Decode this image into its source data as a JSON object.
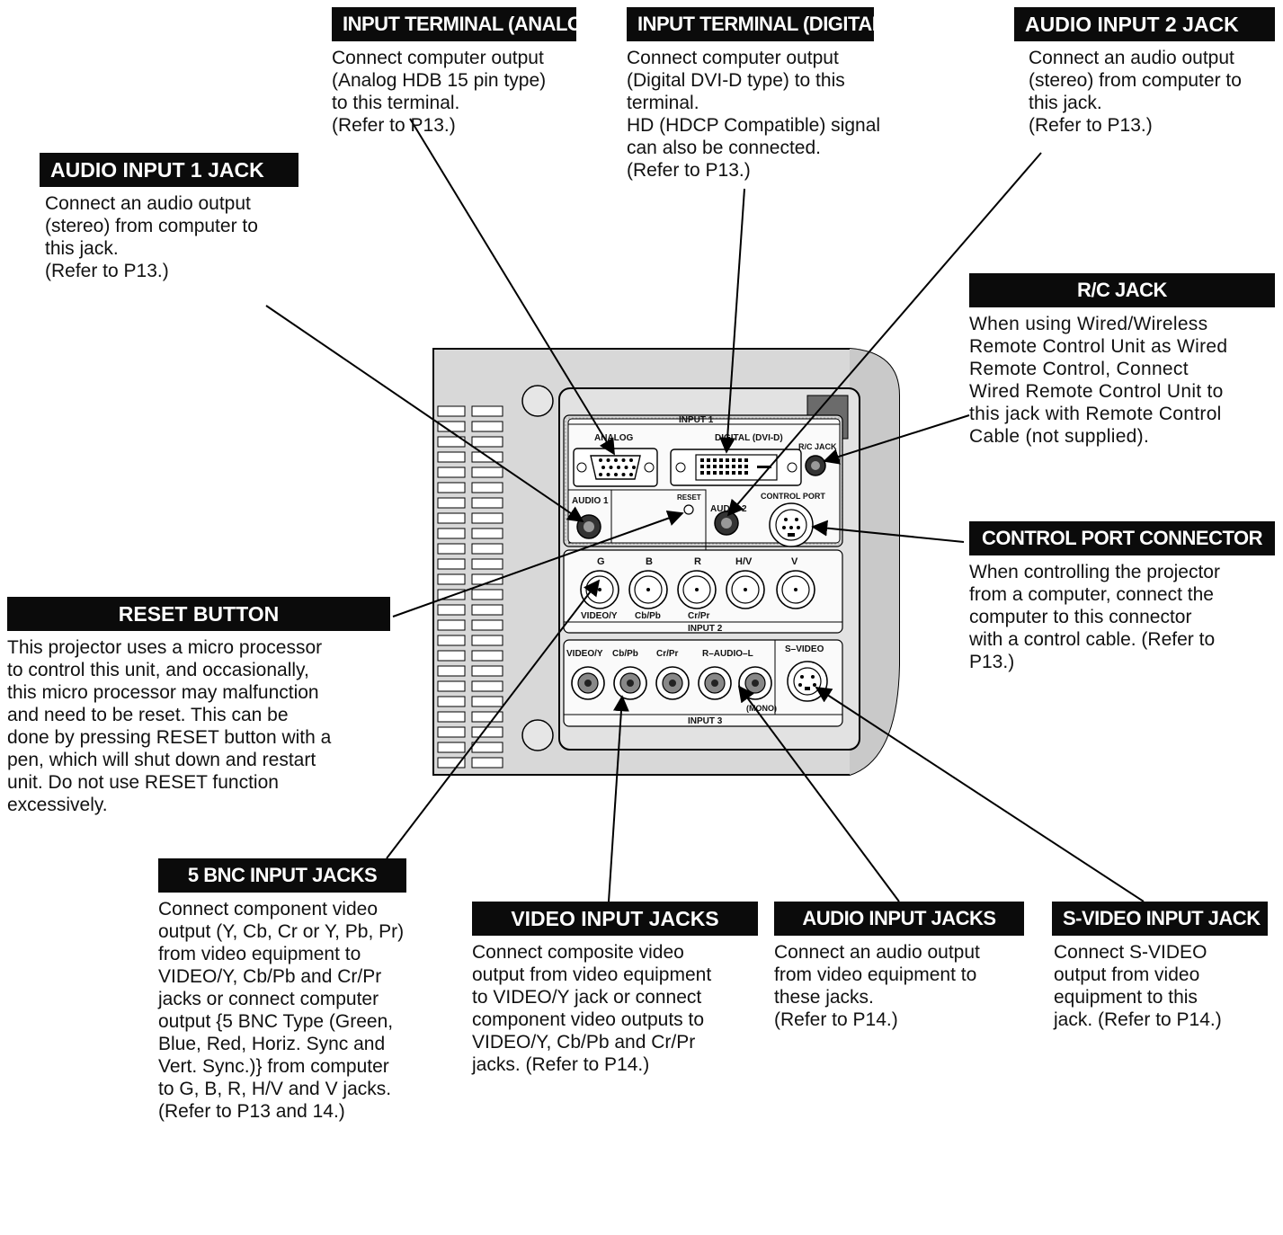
{
  "callouts": {
    "input_analog": {
      "title": "INPUT TERMINAL (ANALOG)",
      "desc": "Connect computer output\n(Analog HDB 15 pin type)\nto  this terminal.\n(Refer to P13.)"
    },
    "input_digital": {
      "title": "INPUT TERMINAL (DIGITAL)",
      "desc": "Connect computer output\n(Digital DVI-D type) to this\nterminal.\nHD (HDCP Compatible) signal\ncan also be connected.\n(Refer to P13.)"
    },
    "audio_input_2": {
      "title": "AUDIO INPUT  2 JACK",
      "desc": "Connect an audio output\n(stereo) from computer to\nthis jack.\n(Refer to P13.)"
    },
    "audio_input_1": {
      "title": "AUDIO INPUT  1 JACK",
      "desc": "Connect an audio output\n(stereo) from computer to\nthis jack.\n(Refer to P13.)"
    },
    "rc_jack": {
      "title": "R/C JACK",
      "desc": "When using Wired/Wireless\nRemote Control Unit as Wired\nRemote Control, Connect\nWired Remote Control Unit to\nthis jack with Remote Control\nCable (not supplied)."
    },
    "control_port": {
      "title": "CONTROL PORT CONNECTOR",
      "desc": "When controlling the projector\nfrom a computer, connect the\ncomputer to this connector\nwith a control cable.  (Refer to\nP13.)"
    },
    "reset_button": {
      "title": "RESET BUTTON",
      "desc": "This projector uses a micro processor\nto control this unit, and occasionally,\nthis micro processor may malfunction\nand need to be reset.  This can be\ndone by pressing RESET button with a\npen, which will shut down and restart\nunit. Do not use RESET function\nexcessively."
    },
    "bnc_jacks": {
      "title": "5 BNC INPUT JACKS",
      "desc": "Connect component video\noutput (Y, Cb, Cr or Y, Pb, Pr)\nfrom video equipment to\nVIDEO/Y, Cb/Pb and Cr/Pr\njacks or connect computer\noutput {5 BNC Type (Green,\nBlue, Red, Horiz. Sync and\nVert. Sync.)} from computer\nto G, B, R, H/V and V jacks.\n(Refer to P13 and 14.)"
    },
    "video_jacks": {
      "title": "VIDEO INPUT JACKS",
      "desc": "Connect composite video\noutput from video equipment\nto VIDEO/Y jack or connect\ncomponent video outputs to\nVIDEO/Y, Cb/Pb and Cr/Pr\njacks.  (Refer to P14.)"
    },
    "audio_jacks": {
      "title": "AUDIO INPUT JACKS",
      "desc": "Connect an audio output\nfrom video equipment to\nthese jacks.\n(Refer to P14.)"
    },
    "svideo_jack": {
      "title": "S-VIDEO INPUT JACK",
      "desc": "Connect  S-VIDEO\noutput  from  video\nequipment  to  this\njack.  (Refer to P14.)"
    }
  },
  "panel": {
    "input1": "INPUT 1",
    "analog": "ANALOG",
    "digital": "DIGITAL (DVI-D)",
    "rc_jack": "R/C JACK",
    "audio1": "AUDIO 1",
    "reset": "RESET",
    "audio2": "AUDIO 2",
    "control_port": "CONTROL PORT",
    "bnc_g": "G",
    "bnc_b": "B",
    "bnc_r": "R",
    "bnc_hv": "H/V",
    "bnc_v": "V",
    "video_y_2": "VIDEO/Y",
    "cb_pb_2": "Cb/Pb",
    "cr_pr_2": "Cr/Pr",
    "input2": "INPUT 2",
    "video_y_3": "VIDEO/Y",
    "cb_pb_3": "Cb/Pb",
    "cr_pr_3": "Cr/Pr",
    "r_audio_l": "R–AUDIO–L",
    "s_video": "S–VIDEO",
    "mono": "(MONO)",
    "input3": "INPUT 3"
  }
}
